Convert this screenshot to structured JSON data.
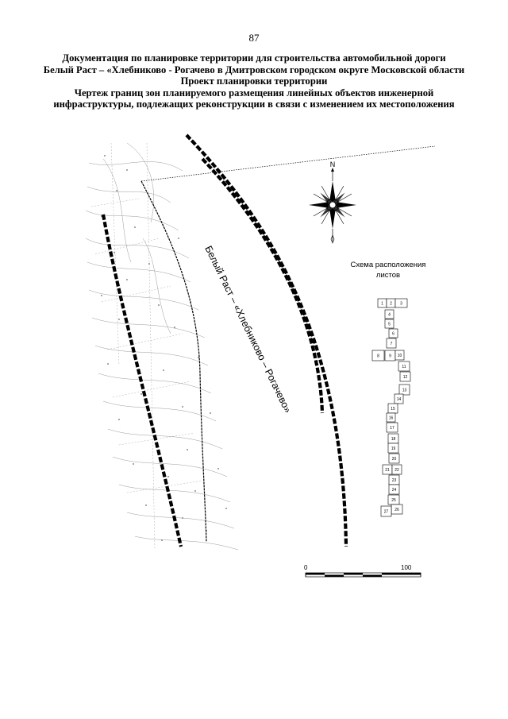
{
  "page_number": "87",
  "title_lines": [
    "Документация по планировке территории для строительства автомобильной дороги",
    "Белый Раст – «Хлебниково - Рогачево в Дмитровском городском округе Московской области",
    "Проект планировки территории",
    "Чертеж границ зон планируемого размещения линейных объектов инженерной",
    "инфраструктуры, подлежащих реконструкции в связи с изменением их местоположения"
  ],
  "road_label": "Белый Раст – «Хлебниково – Рогачево»",
  "compass": {
    "north_label": "N"
  },
  "sheet_scheme": {
    "title_line1": "Схема расположения",
    "title_line2": "листов",
    "sheets": [
      "1",
      "2",
      "3",
      "4",
      "5",
      "6",
      "7",
      "8",
      "9",
      "10",
      "11",
      "12",
      "13",
      "14",
      "15",
      "16",
      "17",
      "18",
      "19",
      "20",
      "21",
      "22",
      "23",
      "24",
      "25",
      "26",
      "27"
    ]
  },
  "scale_bar": {
    "start_label": "0",
    "end_label": "100"
  }
}
